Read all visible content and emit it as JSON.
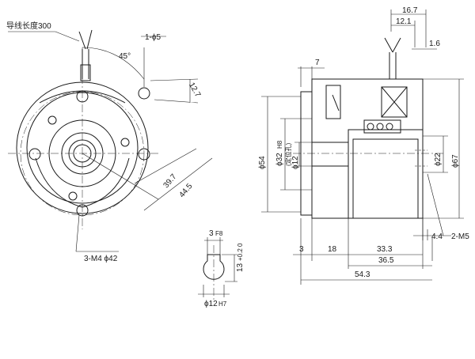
{
  "labels": {
    "lead_wire": "导线长度300",
    "angle": "45°",
    "hole_spec": "1-ϕ5",
    "dim_12_7": "12.7",
    "dim_39_7": "39.7",
    "dim_44_5": "44.5",
    "mount_holes": "3-M4 ϕ42",
    "key_width": "3",
    "key_width_tol": "F8",
    "key_height": "13",
    "key_height_tol": "+0.2 0",
    "shaft_dia": "ϕ12",
    "shaft_dia_tol": "H7",
    "dim_16_7": "16.7",
    "dim_12_1": "12.1",
    "dim_7": "7",
    "dim_1_6": "1.6",
    "dia_54": "ϕ54",
    "dia_32": "ϕ32",
    "dia_32_tol": "H8",
    "dia_32_note": "(定位孔)",
    "dia_12": "ϕ12",
    "dia_22": "ϕ22",
    "dia_67": "ϕ67",
    "dim_4_4": "4.4",
    "tap_2m5": "2-M5",
    "dim_3": "3",
    "dim_18": "18",
    "dim_33_3": "33.3",
    "dim_36_5": "36.5",
    "dim_54_3": "54.3"
  },
  "colors": {
    "part_fill": "#c9ecee",
    "line": "#1a1a1a"
  }
}
